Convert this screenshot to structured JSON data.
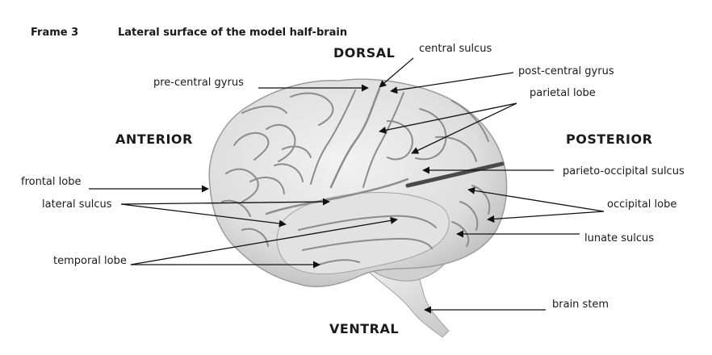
{
  "frame": {
    "number": "Frame 3",
    "caption": "Lateral surface of the model half-brain"
  },
  "orientation": {
    "dorsal": "DORSAL",
    "ventral": "VENTRAL",
    "anterior": "ANTERIOR",
    "posterior": "POSTERIOR"
  },
  "labels": {
    "central_sulcus": "central sulcus",
    "post_central_gyrus": "post-central gyrus",
    "pre_central_gyrus": "pre-central gyrus",
    "parietal_lobe": "parietal lobe",
    "frontal_lobe": "frontal lobe",
    "parieto_occipital_sulcus": "parieto-occipital sulcus",
    "lateral_sulcus": "lateral sulcus",
    "occipital_lobe": "occipital lobe",
    "lunate_sulcus": "lunate sulcus",
    "temporal_lobe": "temporal lobe",
    "brain_stem": "brain stem"
  },
  "colors": {
    "brain_fill": "#e6e6e6",
    "brain_shadow": "#b5b5b5",
    "sulcus_line": "#8c8c8c",
    "arrow": "#111111",
    "parieto_occipital_marker": "#4a4a4a"
  }
}
